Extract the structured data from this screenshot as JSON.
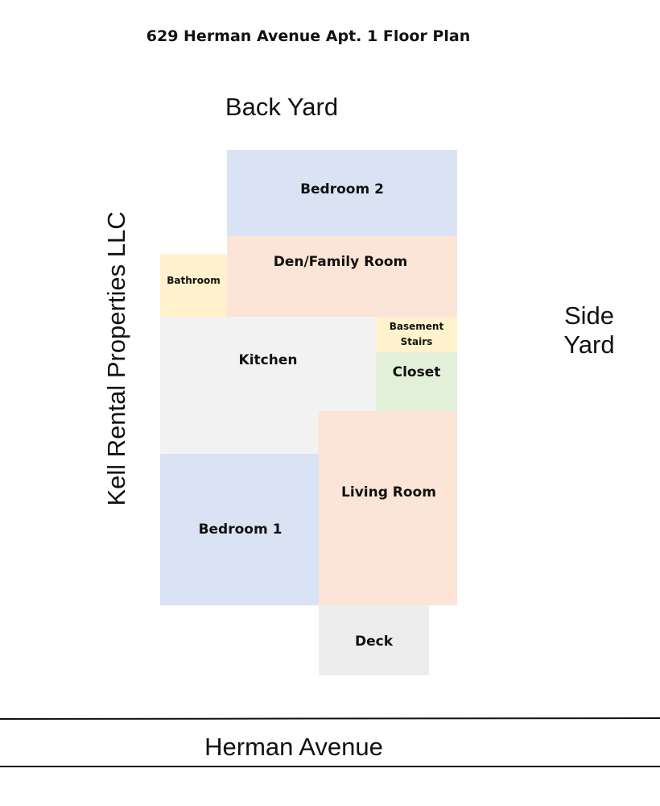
{
  "title": "629 Herman Avenue Apt. 1 Floor Plan",
  "back_yard": "Back Yard",
  "side_yard": "Side\nYard",
  "company": "Kell Rental Properties LLC",
  "street": "Herman Avenue",
  "rooms": {
    "bedroom2": "Bedroom 2",
    "den": "Den/Family Room",
    "bathroom": "Bathroom",
    "kitchen": "Kitchen",
    "basement_stairs": "Basement\nStairs",
    "closet": "Closet",
    "living_room": "Living Room",
    "bedroom1": "Bedroom 1",
    "deck": "Deck"
  },
  "colors": {
    "blue": "#dae3f3",
    "peach": "#fce4d6",
    "yellow": "#fff2cc",
    "gray": "#f2f2f2",
    "green": "#e2f0d9",
    "deck_gray": "#ededed"
  }
}
